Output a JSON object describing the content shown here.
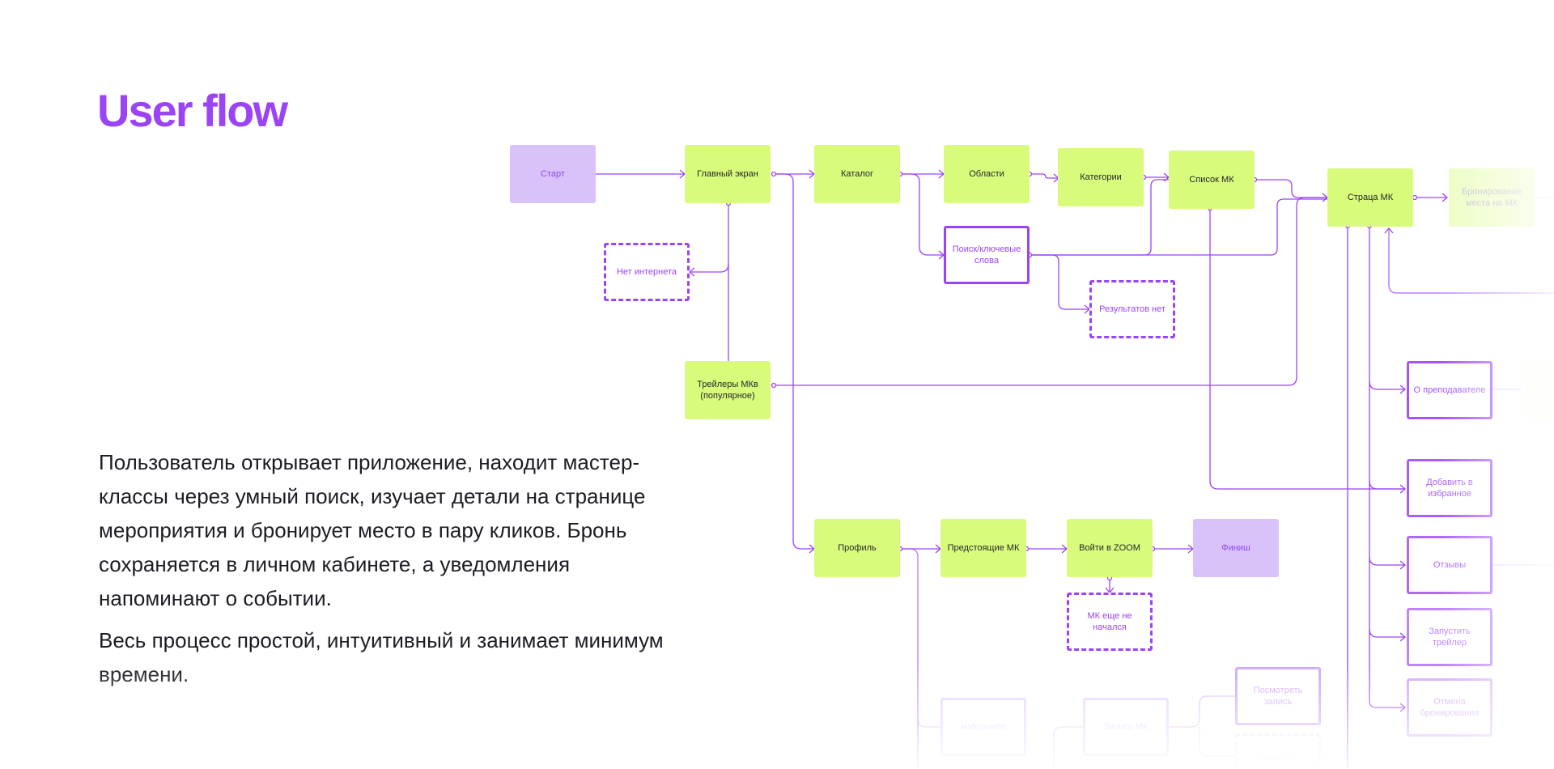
{
  "title": "User flow",
  "description": [
    "Пользователь открывает приложение, находит мастер-классы через умный поиск, изучает детали на странице мероприятия и бронирует место в пару кликов. Бронь сохраняется в личном кабинете, а уведомления напоминают о событии.",
    "Весь процесс простой, интуитивный и занимает минимум времени."
  ],
  "colors": {
    "accent": "#9a44f5",
    "screen_node": "#d8fb7b",
    "terminal_node": "#d9c2fa",
    "text_dark": "#1c1c24"
  },
  "nodes": {
    "start": "Старт",
    "main_screen": "Главный экран",
    "no_internet": "Нет интернета",
    "trailers": "Трейлеры МКв (популярное)",
    "catalog": "Каталог",
    "areas": "Области",
    "categories": "Категории",
    "mk_list": "Список МК",
    "search": "Поиск/ключевые слова",
    "no_results": "Результатов нет",
    "mk_page": "Страца МК",
    "booking": "Бронирование места на МК",
    "about_teacher": "О преподавателе",
    "add_favorites": "Добавить в избранное",
    "reviews": "Отзывы",
    "launch_trailer": "Запустить трейлер",
    "cancel_booking": "Отмена бронирования",
    "profile": "Профиль",
    "upcoming": "Предстоящие МК",
    "join_zoom": "Войти в ZOOM",
    "finish": "Финиш",
    "not_started": "МК еще не начался",
    "favorites": "Избранное",
    "recording": "Запись МК",
    "watch_recording": "Посмотреть запись",
    "recording_partial": "Запись не"
  }
}
